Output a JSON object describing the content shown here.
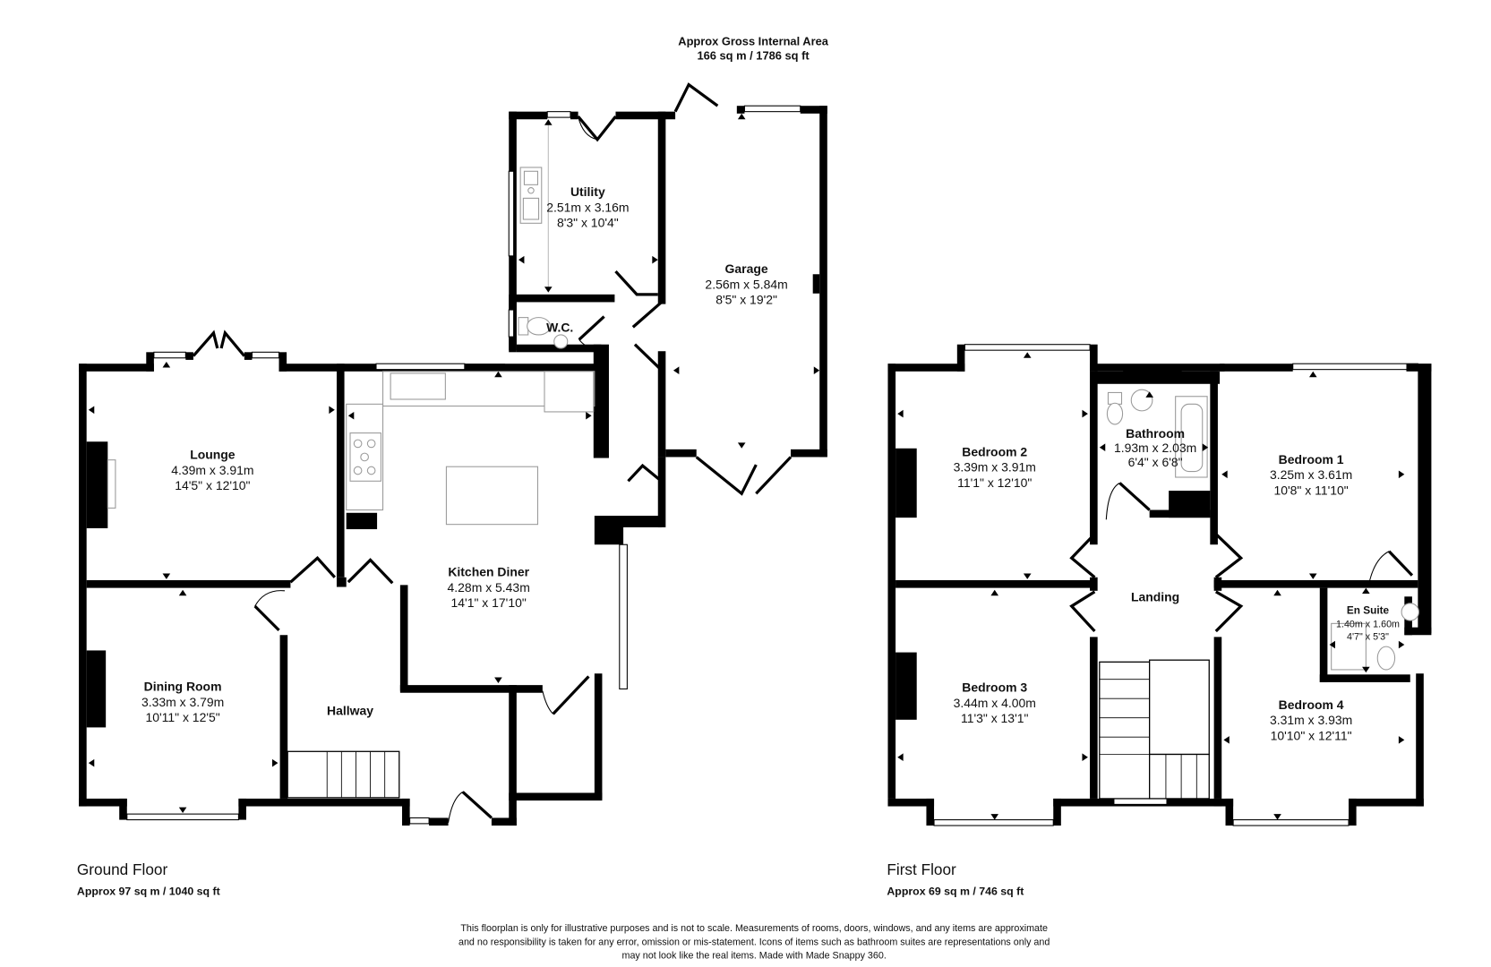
{
  "header": {
    "title": "Approx Gross Internal Area",
    "area": "166 sq m / 1786 sq ft"
  },
  "floors": {
    "ground": {
      "title": "Ground Floor",
      "area": "Approx 97 sq m / 1040 sq ft",
      "rooms": {
        "utility": {
          "name": "Utility",
          "metric": "2.51m x 3.16m",
          "imperial": "8'3\" x 10'4\""
        },
        "garage": {
          "name": "Garage",
          "metric": "2.56m x 5.84m",
          "imperial": "8'5\" x 19'2\""
        },
        "wc": {
          "name": "W.C."
        },
        "lounge": {
          "name": "Lounge",
          "metric": "4.39m x 3.91m",
          "imperial": "14'5\" x 12'10\""
        },
        "kitchen": {
          "name": "Kitchen Diner",
          "metric": "4.28m x 5.43m",
          "imperial": "14'1\" x 17'10\""
        },
        "dining": {
          "name": "Dining Room",
          "metric": "3.33m x 3.79m",
          "imperial": "10'11\" x 12'5\""
        },
        "hallway": {
          "name": "Hallway"
        }
      }
    },
    "first": {
      "title": "First Floor",
      "area": "Approx 69 sq m / 746 sq ft",
      "rooms": {
        "bedroom2": {
          "name": "Bedroom 2",
          "metric": "3.39m x 3.91m",
          "imperial": "11'1\" x 12'10\""
        },
        "bathroom": {
          "name": "Bathroom",
          "metric": "1.93m x 2.03m",
          "imperial": "6'4\" x 6'8\""
        },
        "bedroom1": {
          "name": "Bedroom 1",
          "metric": "3.25m x 3.61m",
          "imperial": "10'8\" x 11'10\""
        },
        "landing": {
          "name": "Landing"
        },
        "ensuite": {
          "name": "En Suite",
          "metric": "1.40m x 1.60m",
          "imperial": "4'7\" x 5'3\""
        },
        "bedroom3": {
          "name": "Bedroom 3",
          "metric": "3.44m x 4.00m",
          "imperial": "11'3\" x 13'1\""
        },
        "bedroom4": {
          "name": "Bedroom 4",
          "metric": "3.31m x 3.93m",
          "imperial": "10'10\" x 12'11\""
        }
      }
    }
  },
  "disclaimer": [
    "This floorplan is only for illustrative purposes and is not to scale. Measurements of rooms, doors, windows, and any items are approximate",
    "and no responsibility is taken for any error, omission or mis-statement. Icons of items such as bathroom suites are representations only and",
    "may not look like the real items. Made with Made Snappy 360."
  ]
}
